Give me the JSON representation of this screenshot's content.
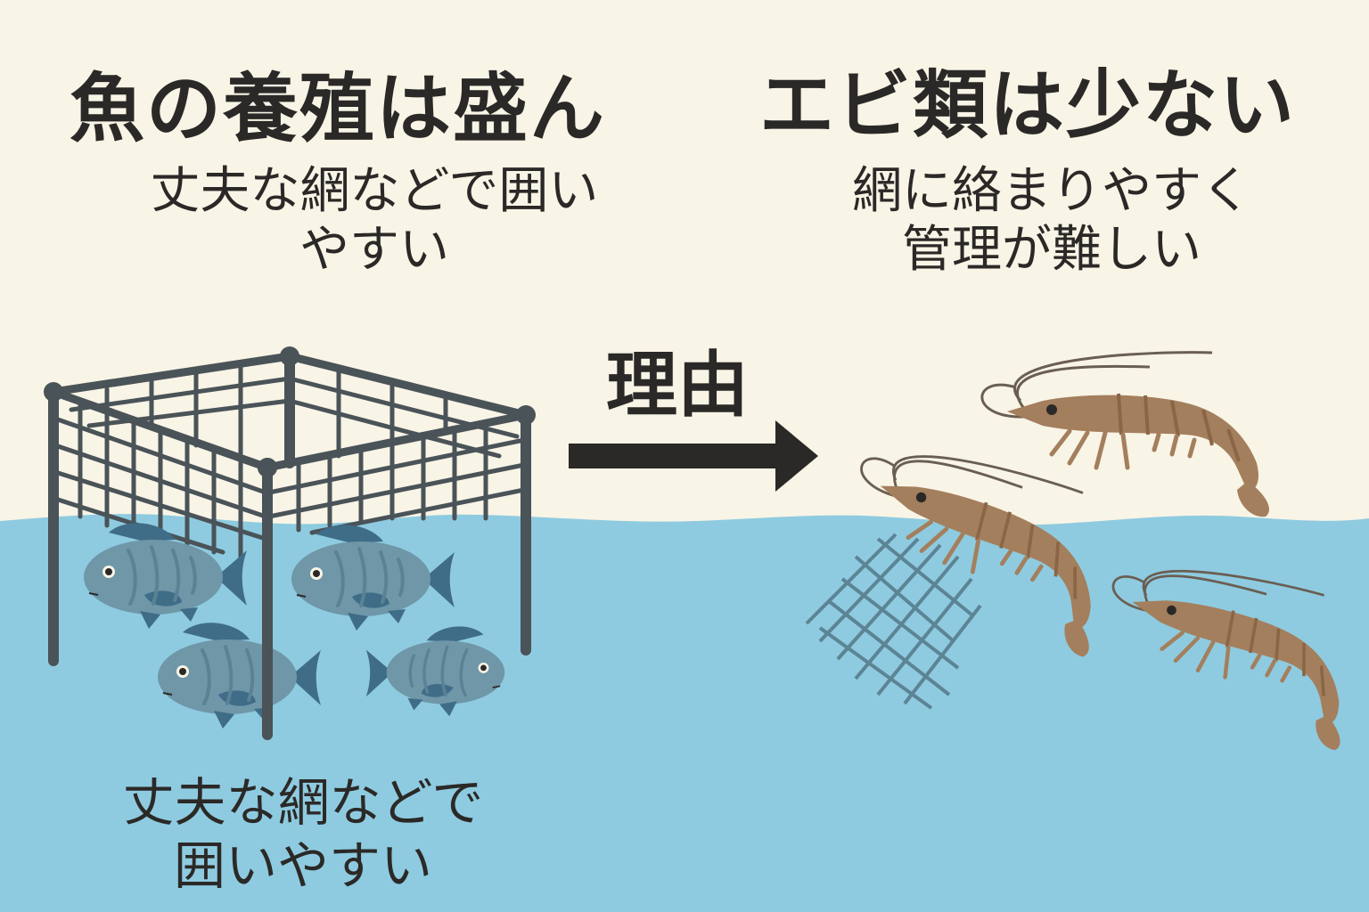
{
  "left_panel": {
    "title": "魚の養殖は盛ん",
    "subtitle_line1": "丈夫な網などで囲い",
    "subtitle_line2": "やすい",
    "illustration": "fish-in-net-cage",
    "fish_count": 4,
    "caption_line1": "丈夫な網などで",
    "caption_line2": "囲いやすい"
  },
  "center": {
    "label": "理由",
    "arrow": "right-arrow-icon"
  },
  "right_panel": {
    "title": "エビ類は少ない",
    "subtitle_line1": "網に絡まりやすく",
    "subtitle_line2": "管理が難しい",
    "illustration": "shrimp-tangled-in-net",
    "shrimp_count": 3
  },
  "colors": {
    "background": "#f8f4e6",
    "water": "#8ecbe0",
    "text": "#2b2927",
    "net": "#4a5358",
    "fish_body": "#6f97a8",
    "fish_fin": "#3f6d88",
    "shrimp": "#a47f5d",
    "shrimp_stripe": "#8a6646",
    "tangle_net": "#5c8494"
  }
}
